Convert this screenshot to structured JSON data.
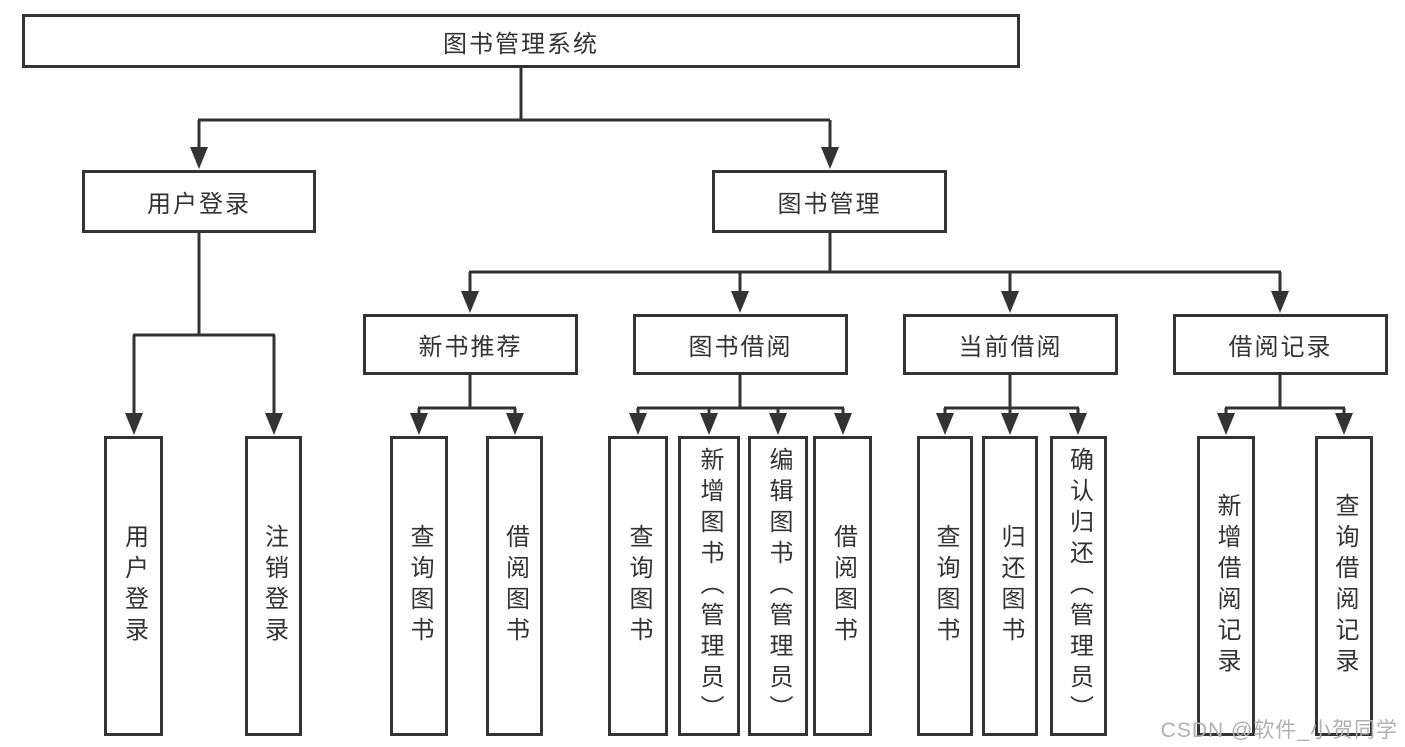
{
  "diagram": {
    "title": "图书管理系统",
    "user_login": {
      "label": "用户登录",
      "children": [
        "用户登录",
        "注销登录"
      ]
    },
    "book_management": {
      "label": "图书管理",
      "new_book": {
        "label": "新书推荐",
        "children": [
          "查询图书",
          "借阅图书"
        ]
      },
      "book_borrow": {
        "label": "图书借阅",
        "children": [
          "查询图书",
          "新增图书（管理员）",
          "编辑图书（管理员）",
          "借阅图书"
        ]
      },
      "current_borrow": {
        "label": "当前借阅",
        "children": [
          "查询图书",
          "归还图书",
          "确认归还（管理员）"
        ]
      },
      "borrow_record": {
        "label": "借阅记录",
        "children": [
          "新增借阅记录",
          "查询借阅记录"
        ]
      }
    },
    "watermark": "CSDN @软件_小贺同学",
    "colors": {
      "line": "#333333",
      "box_background": "#ffffff",
      "watermark": "#b0b0b0"
    }
  }
}
